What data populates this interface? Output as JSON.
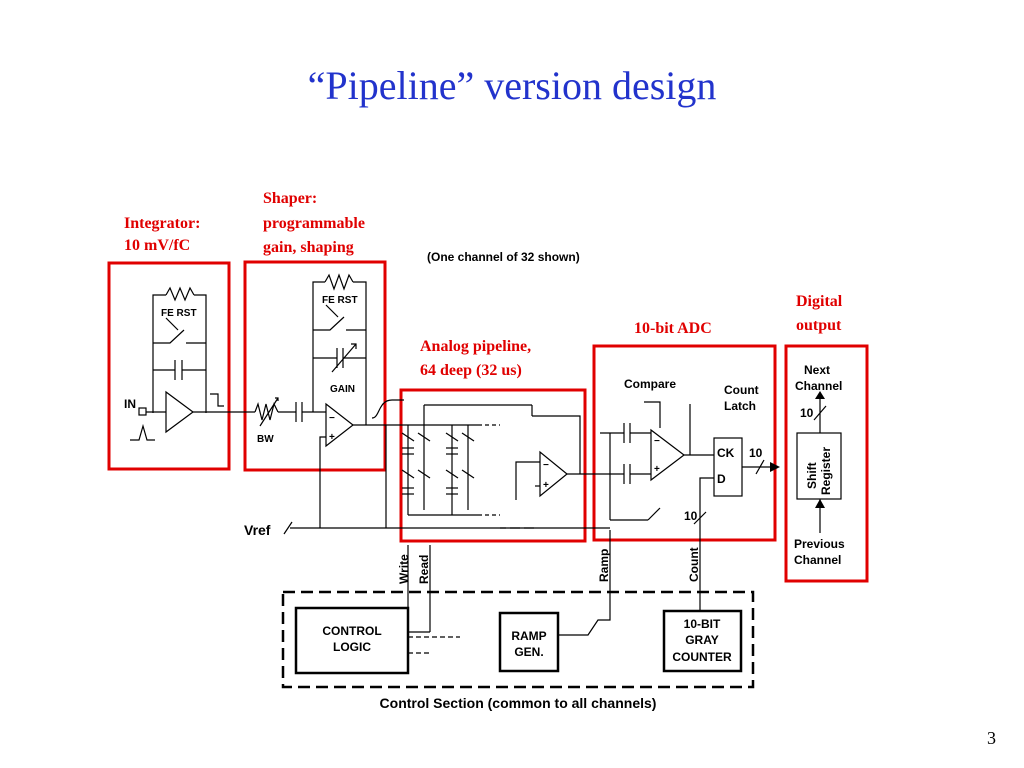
{
  "slide": {
    "title": "“Pipeline” version design",
    "page_number": "3"
  },
  "annotations": {
    "integrator_line1": "Integrator:",
    "integrator_line2": "10 mV/fC",
    "shaper_line1": "Shaper:",
    "shaper_line2": "programmable",
    "shaper_line3": "gain, shaping",
    "pipeline_line1": "Analog pipeline,",
    "pipeline_line2": "64 deep (32 us)",
    "adc": "10-bit ADC",
    "digital_line1": "Digital",
    "digital_line2": "output"
  },
  "labels": {
    "one_channel": "(One channel of 32 shown)",
    "fe_rst_1": "FE RST",
    "fe_rst_2": "FE RST",
    "gain": "GAIN",
    "bw": "BW",
    "in": "IN",
    "vref": "Vref",
    "compare": "Compare",
    "count_latch_1": "Count",
    "count_latch_2": "Latch",
    "ck": "CK",
    "d": "D",
    "bits_10_a": "10",
    "bits_10_b": "10",
    "bits_10_c": "10",
    "next_channel_1": "Next",
    "next_channel_2": "Channel",
    "shift_register_1": "Shift",
    "shift_register_2": "Register",
    "previous_channel_1": "Previous",
    "previous_channel_2": "Channel",
    "write": "Write",
    "read": "Read",
    "ramp": "Ramp",
    "count": "Count",
    "control_logic_1": "CONTROL",
    "control_logic_2": "LOGIC",
    "ramp_gen_1": "RAMP",
    "ramp_gen_2": "GEN.",
    "counter_1": "10-BIT",
    "counter_2": "GRAY",
    "counter_3": "COUNTER",
    "control_section": "Control Section (common to all channels)",
    "op_minus": "−",
    "op_plus": "+"
  },
  "colors": {
    "title": "#2233cc",
    "highlight_box": "#e00000",
    "annotation": "#e00000"
  }
}
